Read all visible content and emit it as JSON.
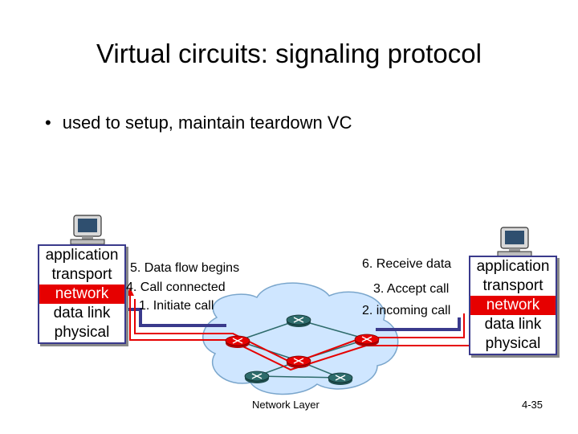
{
  "title": "Virtual circuits: signaling protocol",
  "bullets": [
    {
      "marker": "•",
      "text": "used to setup, maintain  teardown VC"
    }
  ],
  "left_host": {
    "layers": [
      "application",
      "transport",
      "network",
      "data link",
      "physical"
    ],
    "highlight": "network"
  },
  "right_host": {
    "layers": [
      "application",
      "transport",
      "network",
      "data link",
      "physical"
    ],
    "highlight": "network"
  },
  "left_steps": [
    "5. Data flow begins",
    "4. Call connected",
    "1. Initiate call"
  ],
  "right_steps": [
    "6. Receive data",
    "3. Accept call",
    "2. incoming call"
  ],
  "footer": {
    "center": "Network Layer",
    "page": "4-35"
  },
  "colors": {
    "signal_path": "#e60000",
    "host_link": "#3a3a8c",
    "network_cloud": "#cfe6ff",
    "router": "#2e6b6b"
  }
}
